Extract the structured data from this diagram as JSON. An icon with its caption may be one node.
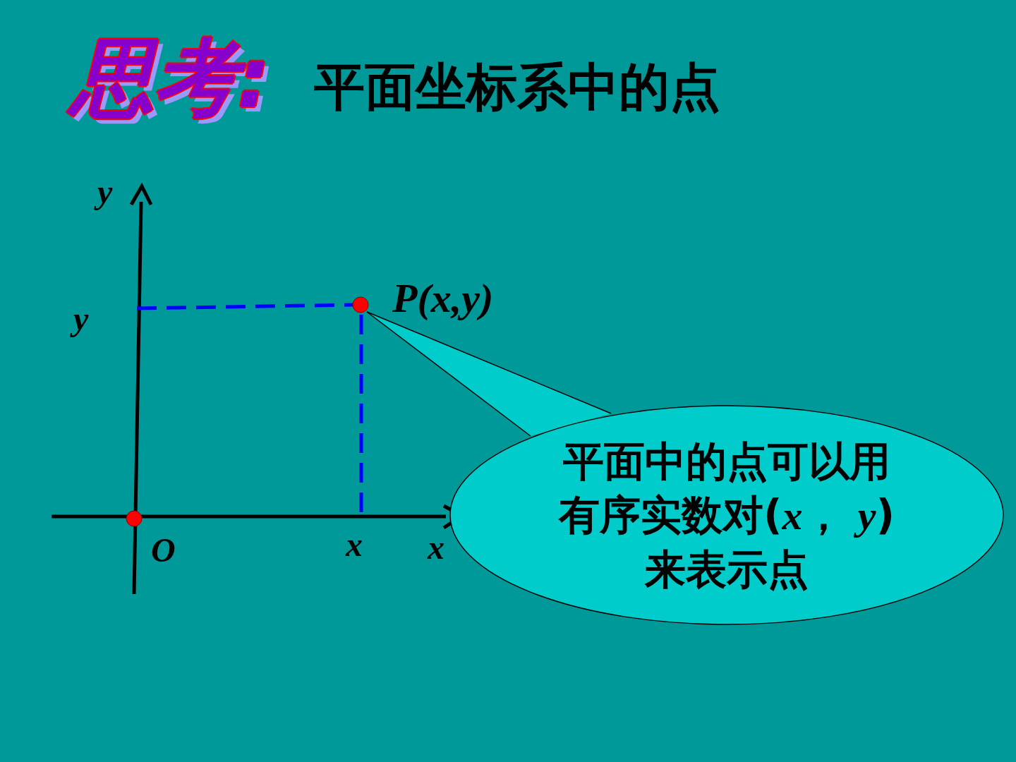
{
  "diagram": {
    "title": "平面坐标系中的点",
    "nodes": [
      {
        "text": [],
        "shape": "circle",
        "beside": [
          "*P*(*x*,*y*)"
        ]
      },
      {
        "text": [
          "平面中的点可以用有序实数对(*x*， *y*) 来表示点"
        ]
      },
      {
        "text": [],
        "shape": "circle"
      }
    ],
    "edges": [
      {
        "from": 1,
        "to": 0,
        "arrow": "none"
      }
    ],
    "labels": [
      "思考:",
      "y",
      "y",
      "O",
      "x",
      "x"
    ]
  }
}
